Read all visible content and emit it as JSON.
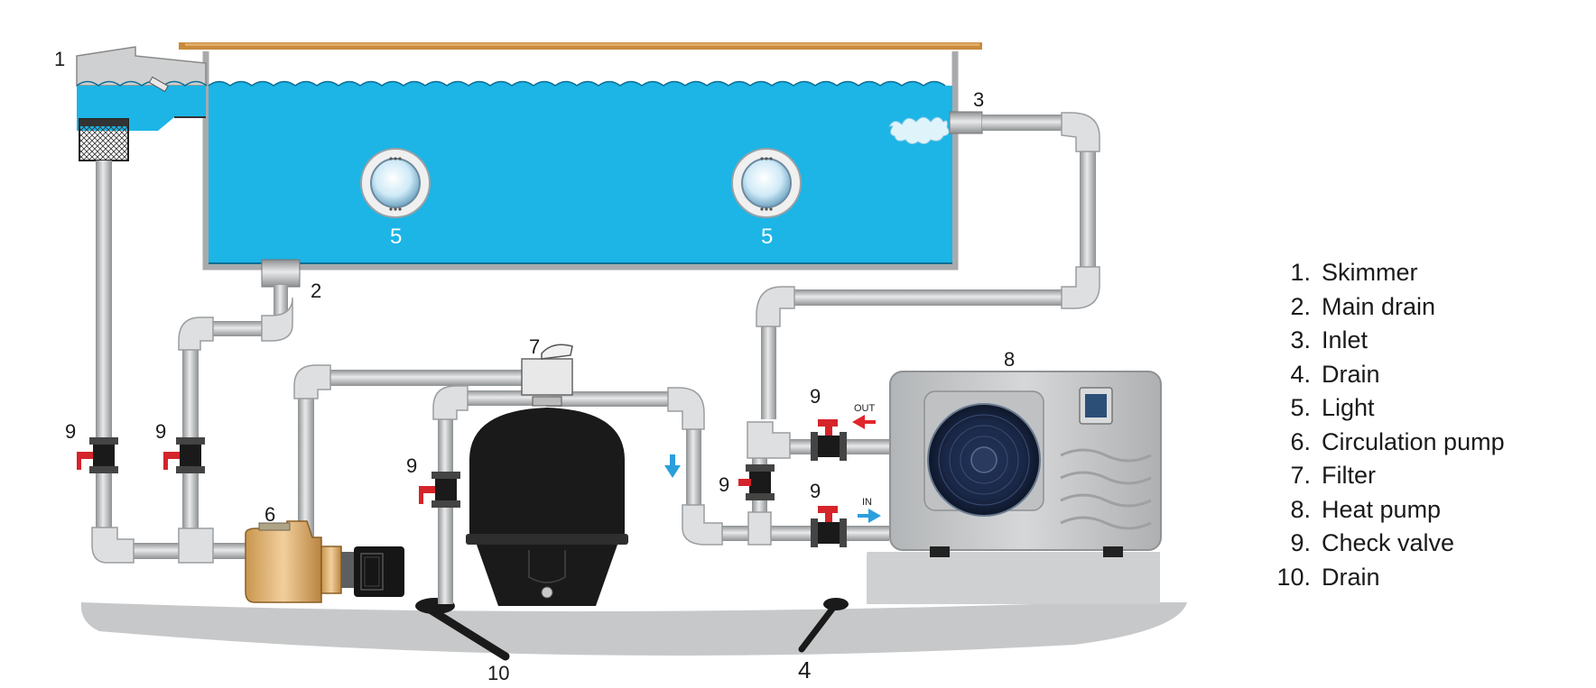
{
  "callouts": {
    "skimmer": "1",
    "main_drain": "2",
    "inlet": "3",
    "drain_right": "4",
    "light_left": "5",
    "light_right": "5",
    "pump": "6",
    "filter": "7",
    "heat_pump": "8",
    "valve_a": "9",
    "valve_b": "9",
    "valve_c": "9",
    "valve_d": "9",
    "valve_e": "9",
    "valve_f": "9",
    "drain_bottom": "10"
  },
  "flow_tags": {
    "out": "OUT",
    "in": "IN"
  },
  "legend": [
    {
      "num": "1.",
      "label": "Skimmer"
    },
    {
      "num": "2.",
      "label": "Main drain"
    },
    {
      "num": "3.",
      "label": "Inlet"
    },
    {
      "num": "4.",
      "label": "Drain"
    },
    {
      "num": "5.",
      "label": "Light"
    },
    {
      "num": "6.",
      "label": "Circulation pump"
    },
    {
      "num": "7.",
      "label": "Filter"
    },
    {
      "num": "8.",
      "label": "Heat pump"
    },
    {
      "num": "9.",
      "label": "Check valve"
    },
    {
      "num": "10.",
      "label": "Drain"
    }
  ],
  "colors": {
    "water": "#1cb5e6",
    "pipe": "#b9bcbe",
    "valve_handle": "#d5242a",
    "flow_arrow_out": "#e0262b",
    "flow_arrow_in": "#2a9fdc",
    "ground": "#c7c8c9",
    "filter_body": "#1a1a1a",
    "pump_body": "#e2b57a",
    "deck": "#c98a3c"
  }
}
